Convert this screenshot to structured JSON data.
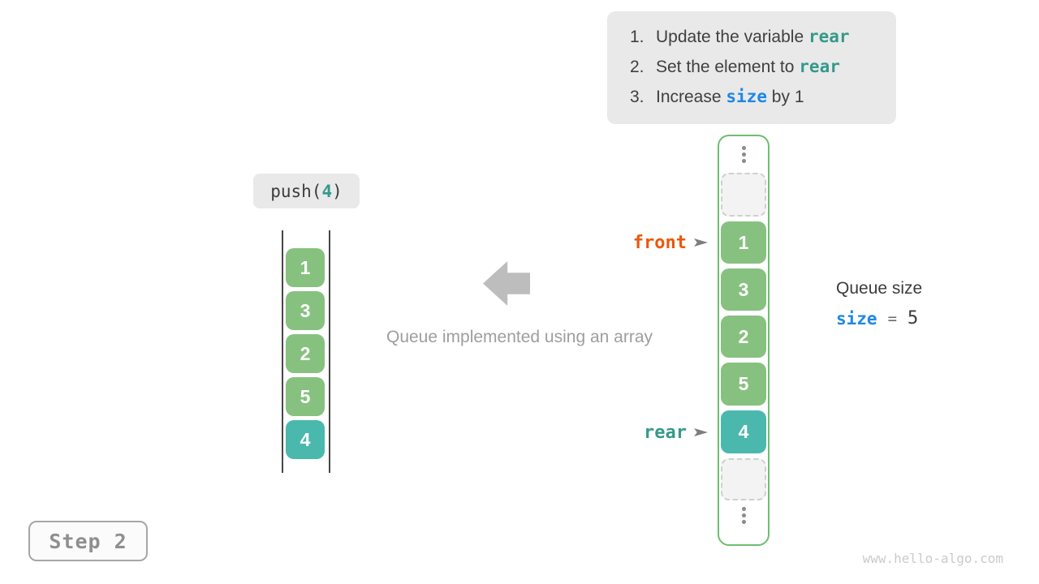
{
  "instructions": {
    "items": [
      {
        "number": "1.",
        "before": "Update the variable ",
        "code": "rear",
        "after": ""
      },
      {
        "number": "2.",
        "before": "Set the element to ",
        "code": "rear",
        "after": ""
      },
      {
        "number": "3.",
        "before": "Increase ",
        "code": "size",
        "after": " by 1"
      }
    ]
  },
  "push_label": {
    "prefix": "push(",
    "arg": "4",
    "suffix": ")"
  },
  "left_stack": {
    "values": [
      "1",
      "3",
      "2",
      "5",
      "4"
    ],
    "highlighted_value": "4"
  },
  "array": {
    "values": [
      "1",
      "3",
      "2",
      "5",
      "4"
    ],
    "highlighted_value": "4"
  },
  "pointers": {
    "front": "front",
    "rear": "rear"
  },
  "caption": "Queue implemented using an array",
  "queue_size": {
    "title": "Queue size",
    "var": "size",
    "eq": "=",
    "value": "5"
  },
  "step_label": "Step 2",
  "watermark": "www.hello-algo.com",
  "colors": {
    "cell_green": "#87c17f",
    "cell_teal": "#4bb8ae",
    "code_teal": "#35998a",
    "code_blue": "#1e88e5",
    "front_orange": "#ea580c",
    "panel_gray": "#e9e9e9",
    "array_border_green": "#6cbf6e",
    "muted_gray": "#9e9e9e"
  }
}
